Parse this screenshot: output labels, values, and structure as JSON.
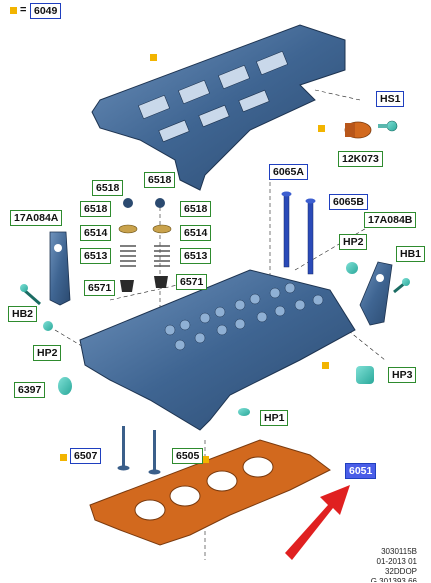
{
  "legend": {
    "symbol_color": "#f2b400",
    "equals": "=",
    "code": "6049"
  },
  "labels": {
    "hs1": "HS1",
    "k12k073": "12K073",
    "l6065a": "6065A",
    "l6065b": "6065B",
    "l6518a": "6518",
    "l6518b": "6518",
    "l6518c": "6518",
    "l6518d": "6518",
    "l6514a": "6514",
    "l6514b": "6514",
    "l6513a": "6513",
    "l6513b": "6513",
    "l6571a": "6571",
    "l6571b": "6571",
    "l17a084a": "17A084A",
    "l17a084b": "17A084B",
    "hp2a": "HP2",
    "hp2b": "HP2",
    "hb1": "HB1",
    "hb2": "HB2",
    "hp3": "HP3",
    "hp1": "HP1",
    "l6397": "6397",
    "l6507": "6507",
    "l6505": "6505",
    "l6051": "6051"
  },
  "stamp": {
    "line1": "3030115B",
    "line2": "01-2013 01",
    "line3": "32DDOP",
    "line4": "G.301393.66"
  },
  "colors": {
    "part_blue": "#3b5f8a",
    "gasket": "#d2691e",
    "arrow": "#e02020",
    "label_green": "#2e8b2e",
    "label_blue": "#1f3fbf"
  }
}
